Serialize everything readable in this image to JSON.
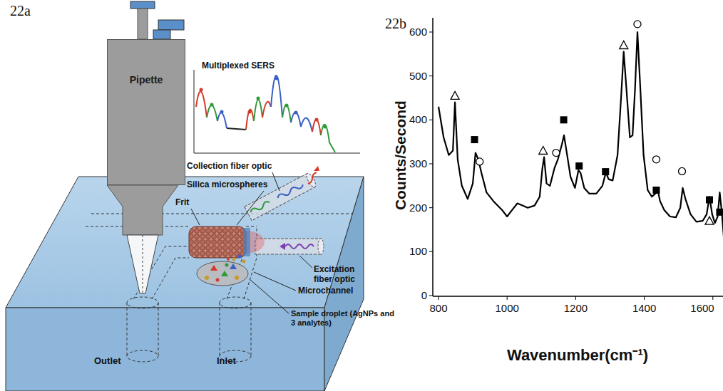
{
  "diagram": {
    "nodes": [
      {
        "text": [
          "Pipette"
        ]
      }
    ],
    "labels": [
      "22a",
      "22b",
      "Multiplexed SERS",
      "Collection fiber optic",
      "Silica microspheres",
      "Frit",
      "Excitation fiber optic",
      "Microchannel",
      "Sample droplet (AgNPs and 3 analytes)",
      "Outlet",
      "Inlet",
      "600",
      "500",
      "400",
      "300",
      "200",
      "100",
      "0",
      "800",
      "1000",
      "1200",
      "1400",
      "1600",
      "Counts/Second",
      "Wavenumber(cm⁻¹)"
    ]
  }
}
